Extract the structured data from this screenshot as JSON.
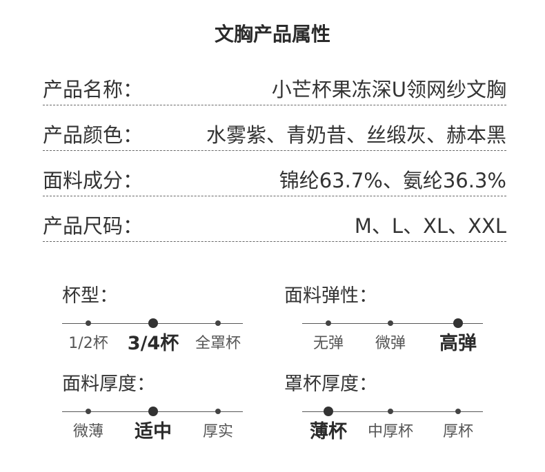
{
  "title": "文胸产品属性",
  "properties": [
    {
      "label": "产品名称：",
      "value": "小芒杯果冻深U领网纱文胸"
    },
    {
      "label": "产品颜色：",
      "value": "水雾紫、青奶昔、丝缎灰、赫本黑"
    },
    {
      "label": "面料成分：",
      "value": "锦纶63.7%、氨纶36.3%"
    },
    {
      "label": "产品尺码：",
      "value": "M、L、XL、XXL"
    }
  ],
  "scales": [
    {
      "title": "杯型：",
      "options": [
        "1/2杯",
        "3/4杯",
        "全罩杯"
      ],
      "selected_index": 1
    },
    {
      "title": "面料弹性：",
      "options": [
        "无弹",
        "微弹",
        "高弹"
      ],
      "selected_index": 2
    },
    {
      "title": "面料厚度：",
      "options": [
        "微薄",
        "适中",
        "厚实"
      ],
      "selected_index": 1
    },
    {
      "title": "罩杯厚度：",
      "options": [
        "薄杯",
        "中厚杯",
        "厚杯"
      ],
      "selected_index": 0
    }
  ]
}
